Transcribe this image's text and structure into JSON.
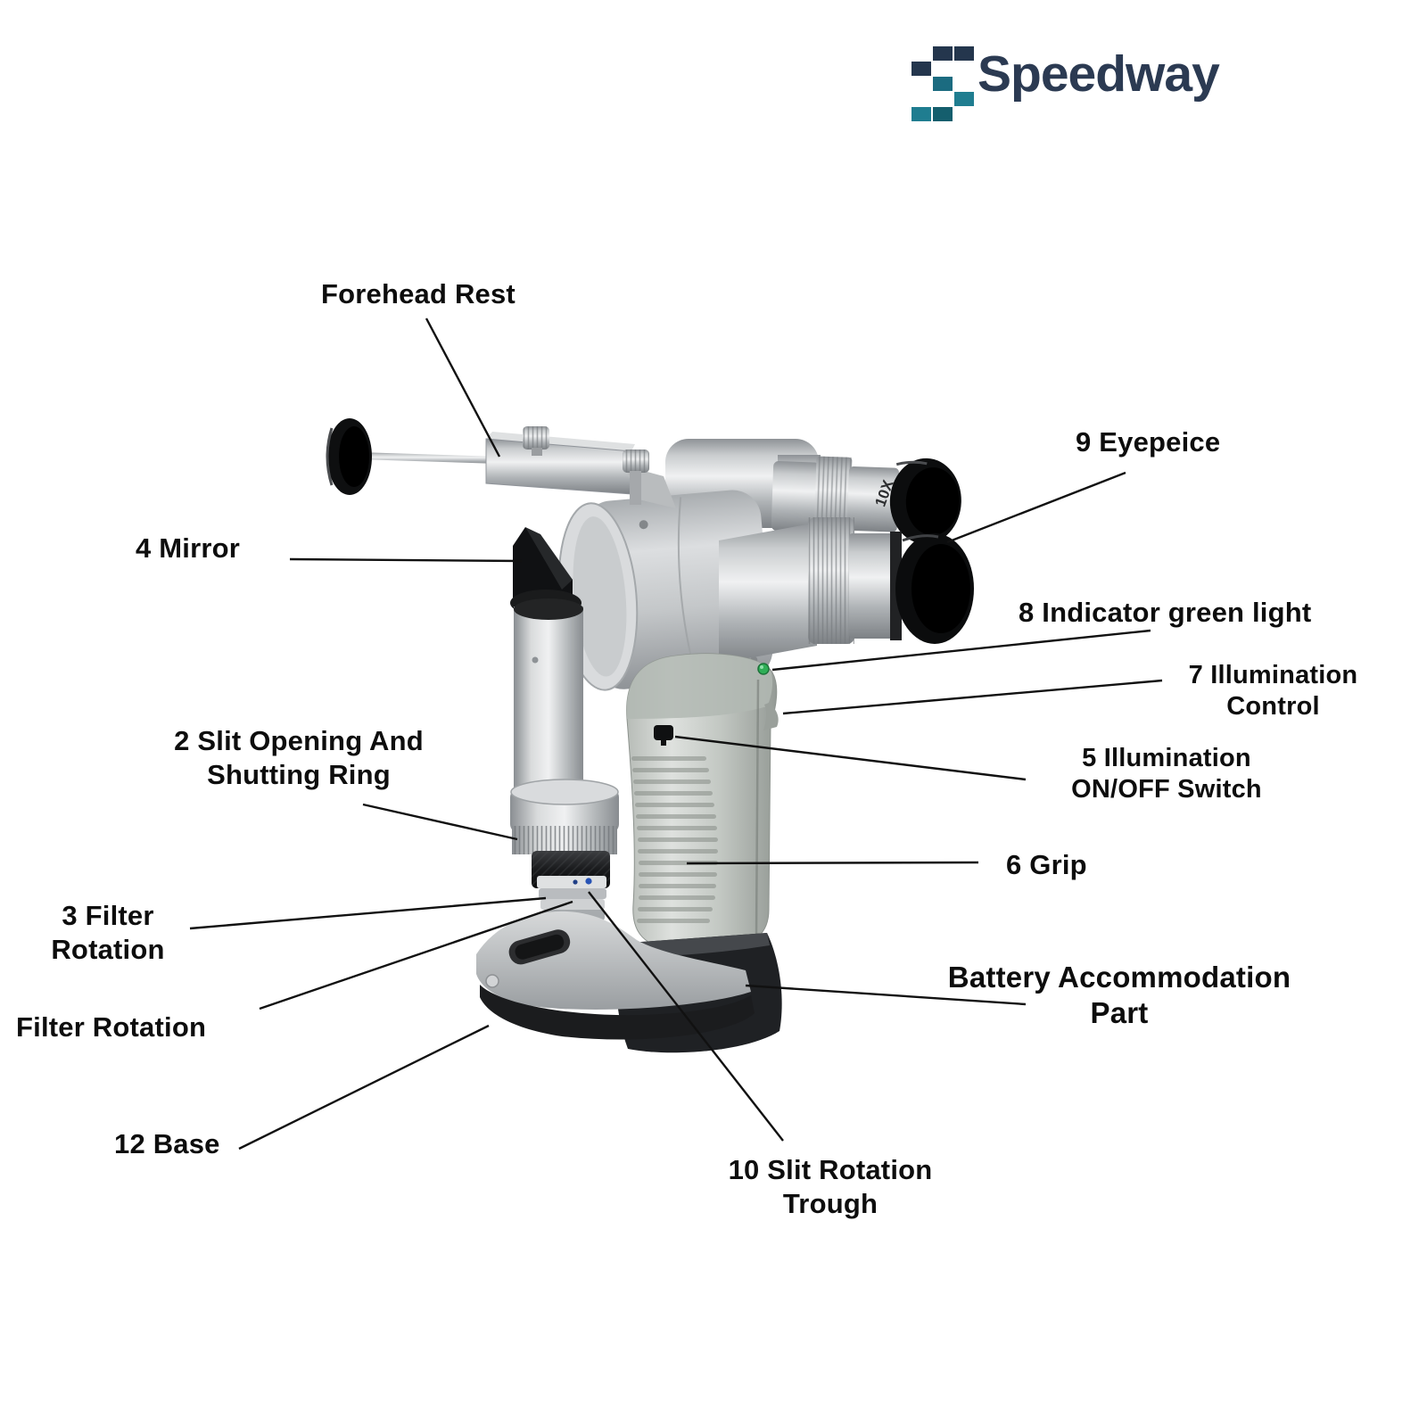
{
  "brand": {
    "name": "Speedway",
    "color_navy": "#2b3a52",
    "color_teal": "#1e7f93",
    "icon": "pixel-s-logo-icon"
  },
  "figure": {
    "type": "labeled-product-diagram",
    "eyepiece_marking": "10X",
    "indicator_color": "#2fae57",
    "callout_color": "#111111"
  },
  "labels": {
    "forehead_rest": {
      "text": "Forehead Rest"
    },
    "eyepiece": {
      "text": "9 Eyepeice"
    },
    "mirror": {
      "text": "4 Mirror"
    },
    "indicator_light": {
      "text": "8 Indicator green light"
    },
    "illumination_control": {
      "text": "7 Illumination\nControl"
    },
    "illumination_switch": {
      "text": "5 Illumination\nON/OFF Switch"
    },
    "grip": {
      "text": "6 Grip"
    },
    "slit_ring": {
      "text": "2 Slit Opening And\nShutting Ring"
    },
    "filter_rotation_3": {
      "text": "3 Filter\nRotation"
    },
    "filter_rotation": {
      "text": "Filter Rotation"
    },
    "battery": {
      "text": "Battery Accommodation\nPart"
    },
    "base": {
      "text": "12 Base"
    },
    "slit_trough": {
      "text": "10 Slit Rotation\nTrough"
    }
  }
}
